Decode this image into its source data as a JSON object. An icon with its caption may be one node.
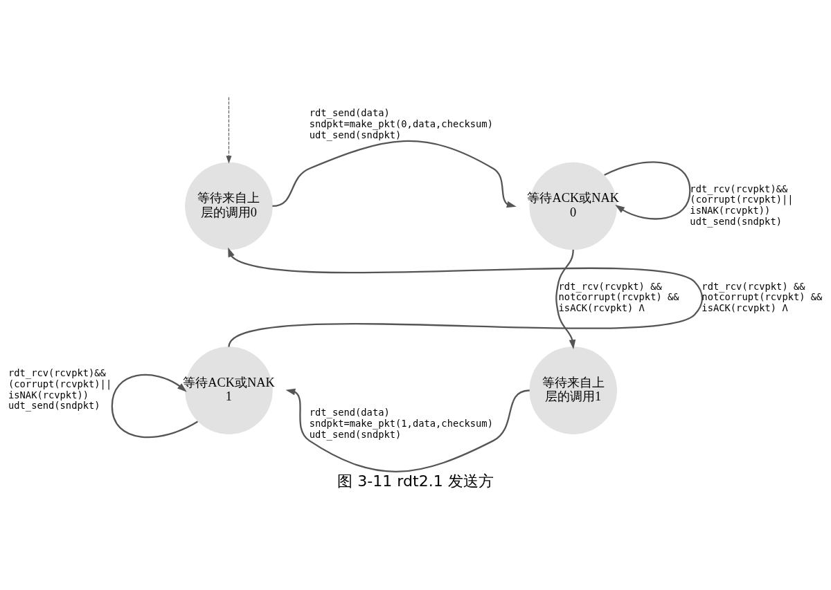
{
  "diagram": {
    "caption": "图 3-11 rdt2.1 发送方",
    "nodes": [
      {
        "text": [
          "等待来自上层的调用0"
        ]
      },
      {
        "text": [
          "等待ACK或NAK 0"
        ]
      },
      {
        "text": [
          "等待来自上层的调用1"
        ]
      },
      {
        "text": [
          "等待ACK或NAK 1"
        ]
      }
    ],
    "edges": [
      {
        "from": null,
        "to": 0,
        "arrow": "to",
        "style": "dashed"
      },
      {
        "from": 0,
        "to": 1,
        "arrow": "to",
        "label": "rdt_send(data) sndpkt=make_pkt(0,data,checksum) udt_send(sndpkt)"
      },
      {
        "from": 1,
        "to": 1,
        "arrow": "to",
        "label": "rdt_rcv(rcvpkt)&& (corrupt(rcvpkt)|| isNAK(rcvpkt)) udt_send(sndpkt)"
      },
      {
        "from": 1,
        "to": 2,
        "arrow": "to",
        "label": "rdt_rcv(rcvpkt) && notcorrupt(rcvpkt) && isACK(rcvpkt) Λ"
      },
      {
        "from": 2,
        "to": 3,
        "arrow": "to",
        "label": "rdt_send(data) sndpkt=make_pkt(1,data,checksum) udt_send(sndpkt)"
      },
      {
        "from": 3,
        "to": 3,
        "arrow": "to",
        "label": "rdt_rcv(rcvpkt)&& (corrupt(rcvpkt)|| isNAK(rcvpkt)) udt_send(sndpkt)"
      },
      {
        "from": 3,
        "to": 0,
        "arrow": "to",
        "label": "rdt_rcv(rcvpkt) && notcorrupt(rcvpkt) && isACK(rcvpkt) Λ"
      }
    ]
  }
}
